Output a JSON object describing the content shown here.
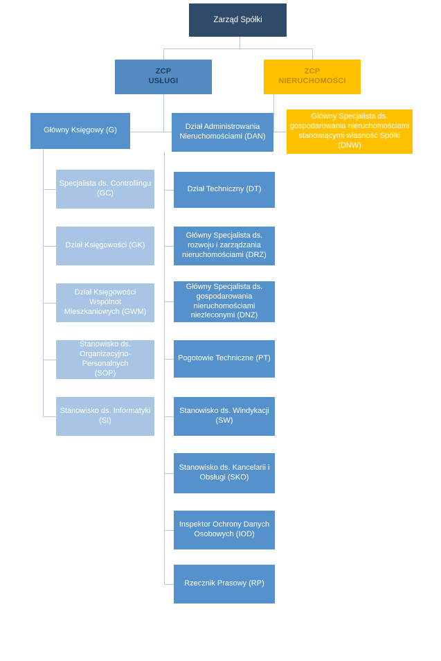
{
  "diagram_type": "org-chart",
  "nodes": {
    "zarzad": {
      "label": "Zarząd Spółki"
    },
    "zcp_uslugi": {
      "line1": "ZCP",
      "line2": "USŁUGI"
    },
    "zcp_nieruchomosci": {
      "line1": "ZCP",
      "line2": "NIERUCHOMOŚCI"
    },
    "g": {
      "label": "Główny Księgowy (G)"
    },
    "dan": {
      "label": "Dział Administrowania\nNieruchomościami (DAN)"
    },
    "dnw": {
      "label": "Główny Specjalista ds.\ngospodarowania nieruchomościami\nstanowiącymi własność Spółki\n(DNW)"
    },
    "gc": {
      "label": "Specjalista ds. Controllingu\n(GC)"
    },
    "gk": {
      "label": "Dział Księgowości (GK)"
    },
    "gwm": {
      "label": "Dział Księgowości Wspólnot\nMieszkaniowych (GWM)"
    },
    "sop": {
      "label": "Stanowisko ds.\nOrganizacyjno-Personalnych\n(SOP)"
    },
    "si": {
      "label": "Stanowisko ds. Informatyki\n(SI)"
    },
    "dt": {
      "label": "Dział Techniczny (DT)"
    },
    "drz": {
      "label": "Główny Specjalista ds.\nrozwoju i zarządzania\nnieruchomościami (DRZ)"
    },
    "dnz": {
      "label": "Główny Specjalista ds.\ngospodarowania\nnieruchomościami\nniezleconymi (DNZ)"
    },
    "pt": {
      "label": "Pogotowie Techniczne (PT)"
    },
    "sw": {
      "label": "Stanowisko ds. Windykacji\n(SW)"
    },
    "sko": {
      "label": "Stanowisko ds. Kancelarii i\nObsługi (SKO)"
    },
    "iod": {
      "label": "Inspektor Ochrony Danych\nOsobowych (IOD)"
    },
    "rp": {
      "label": "Rzecznik Prasowy (RP)"
    }
  },
  "hierarchy": {
    "zarzad": [
      "zcp_uslugi",
      "zcp_nieruchomosci"
    ],
    "zcp_uslugi": [
      "g",
      "dan"
    ],
    "zcp_nieruchomosci": [
      "dnw"
    ],
    "g": [
      "gc",
      "gk",
      "gwm",
      "sop",
      "si"
    ],
    "dan": [
      "dt",
      "drz",
      "dnz",
      "pt",
      "sw",
      "sko",
      "iod",
      "rp"
    ]
  },
  "colors": {
    "root_navy": "#2E4B69",
    "level2_blue": "#538BC2",
    "level2_blue_text": "#1E3C5C",
    "level2_gold": "#FFC000",
    "level2_gold_text": "#BF8F00",
    "branch_blue": "#5591CB",
    "branch_light_blue": "#A9C5E6",
    "branch_gold": "#FFC000",
    "connector": "#B5C9DD",
    "node_text": "#FFFFFF"
  }
}
